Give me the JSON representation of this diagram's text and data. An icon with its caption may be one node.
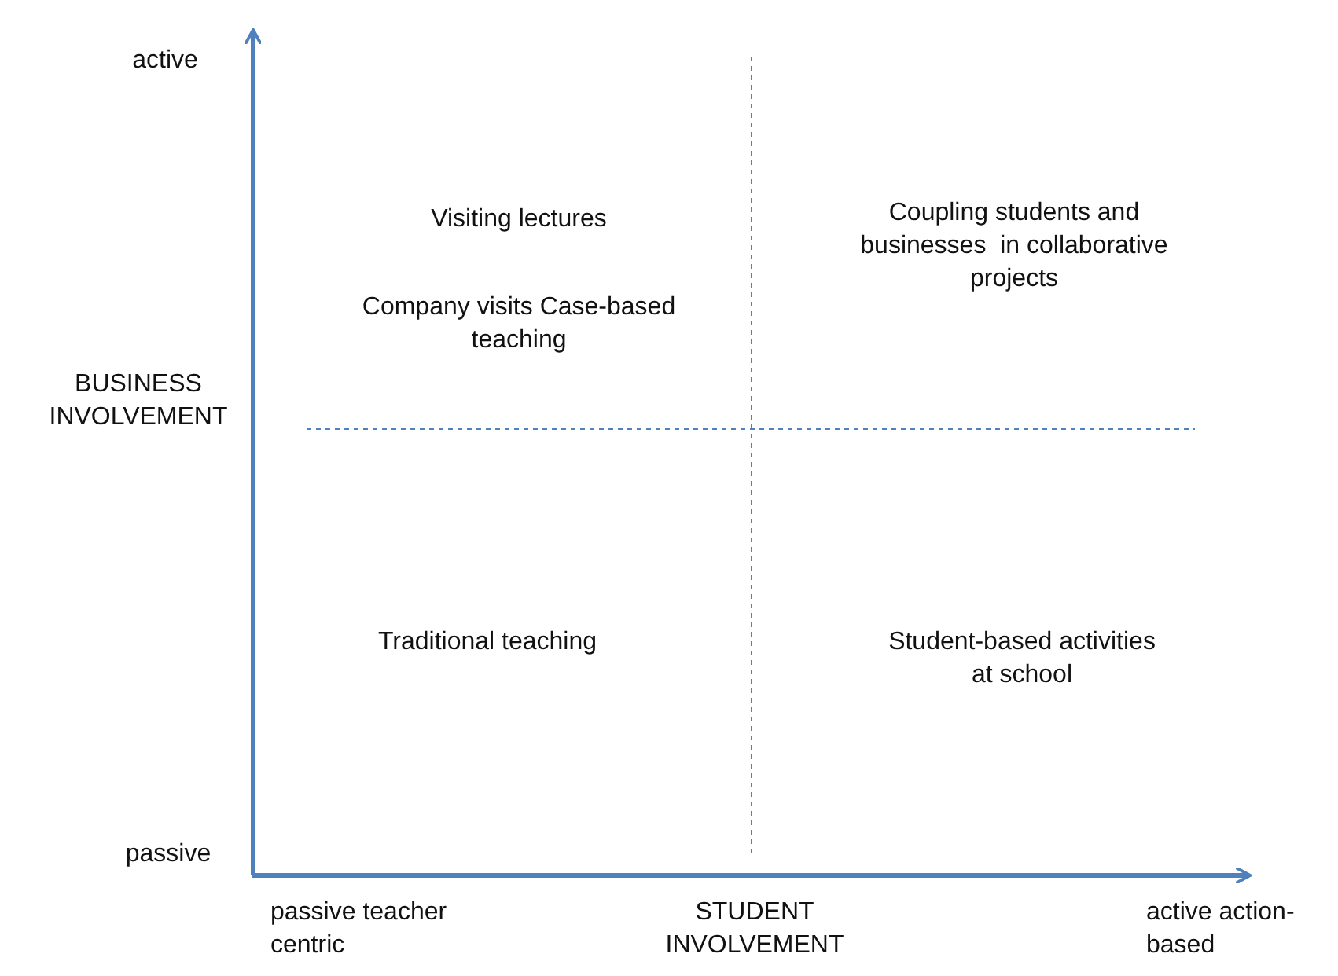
{
  "diagram": {
    "labels": [
      "active",
      "BUSINESS INVOLVEMENT",
      "Visiting lectures",
      "Coupling students and businesses  in collaborative projects",
      "Company visits Case-based teaching",
      "Traditional teaching",
      "Student-based activities at school",
      "passive",
      "passive teacher centric",
      "STUDENT INVOLVEMENT",
      "active action-based"
    ]
  }
}
